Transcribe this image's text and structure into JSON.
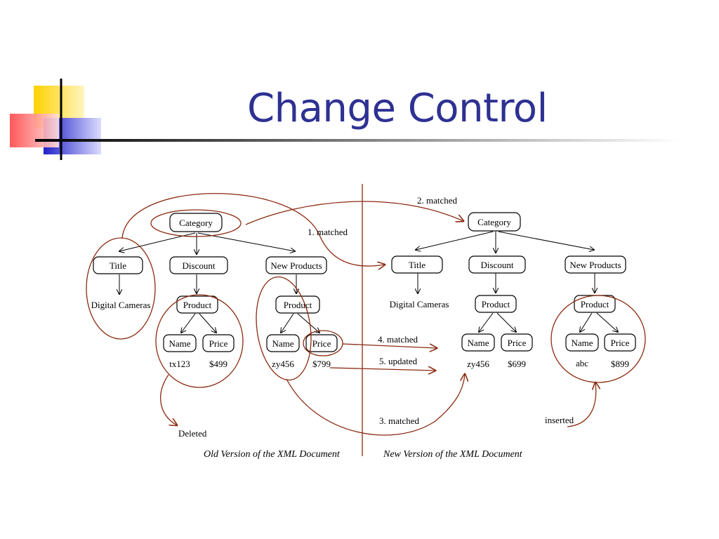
{
  "slide": {
    "title": "Change Control",
    "colors": {
      "title": "#2e3192",
      "annotation": "#8b2a10",
      "yellow": "#ffd700",
      "red": "#ff5a5a",
      "blue": "#3333cc"
    }
  },
  "diagram": {
    "old": {
      "category": "Category",
      "title": "Title",
      "title_value": "Digital Cameras",
      "discount": "Discount",
      "discount_product": "Product",
      "discount_name": "Name",
      "discount_price": "Price",
      "discount_name_value": "tx123",
      "discount_price_value": "$499",
      "new_products": "New Products",
      "np_product": "Product",
      "np_name": "Name",
      "np_price": "Price",
      "np_name_value": "zy456",
      "np_price_value": "$799",
      "caption": "Old Version of the XML Document"
    },
    "new": {
      "category": "Category",
      "title": "Title",
      "title_value": "Digital Cameras",
      "discount": "Discount",
      "discount_product": "Product",
      "discount_name": "Name",
      "discount_price": "Price",
      "discount_name_value": "zy456",
      "discount_price_value": "$699",
      "new_products": "New Products",
      "np_product": "Product",
      "np_name": "Name",
      "np_price": "Price",
      "np_name_value": "abc",
      "np_price_value": "$899",
      "caption": "New Version of the XML Document"
    },
    "annotations": {
      "matched1": "1. matched",
      "matched2": "2. matched",
      "matched3": "3. matched",
      "matched4": "4. matched",
      "updated5": "5. updated",
      "deleted": "Deleted",
      "inserted": "inserted"
    }
  }
}
